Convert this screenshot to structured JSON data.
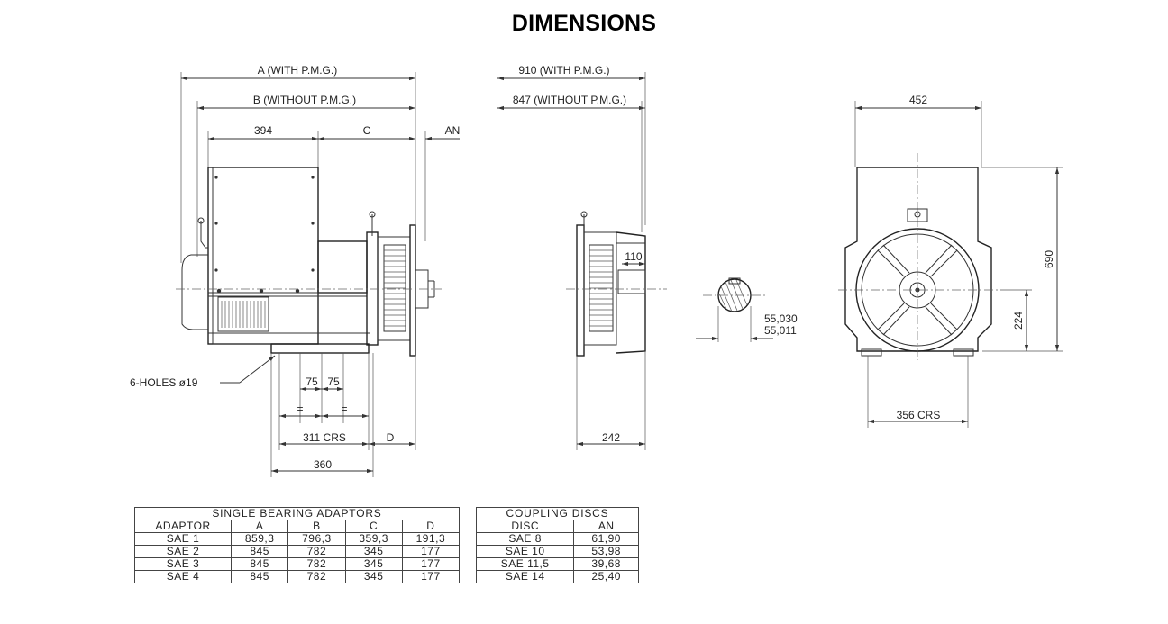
{
  "page": {
    "title": "DIMENSIONS"
  },
  "side_view": {
    "dim_a": "A (WITH P.M.G.)",
    "dim_b": "B (WITHOUT P.M.G.)",
    "dim_394": "394",
    "dim_c": "C",
    "dim_an": "AN",
    "holes": "6-HOLES ø19",
    "dim_75a": "75",
    "dim_75b": "75",
    "eq1": "=",
    "eq2": "=",
    "dim_311": "311 CRS",
    "dim_d": "D",
    "dim_360": "360"
  },
  "end_view": {
    "dim_910": "910 (WITH P.M.G.)",
    "dim_847": "847 (WITHOUT P.M.G.)",
    "dim_110": "110",
    "dim_242": "242"
  },
  "shaft": {
    "dim_max": "55,030",
    "dim_min": "55,011"
  },
  "front_view": {
    "dim_452": "452",
    "dim_690": "690",
    "dim_224": "224",
    "dim_356": "356 CRS"
  },
  "tables": {
    "adaptors": {
      "title": "SINGLE BEARING ADAPTORS",
      "headers": [
        "ADAPTOR",
        "A",
        "B",
        "C",
        "D"
      ],
      "rows": [
        [
          "SAE 1",
          "859,3",
          "796,3",
          "359,3",
          "191,3"
        ],
        [
          "SAE 2",
          "845",
          "782",
          "345",
          "177"
        ],
        [
          "SAE 3",
          "845",
          "782",
          "345",
          "177"
        ],
        [
          "SAE 4",
          "845",
          "782",
          "345",
          "177"
        ]
      ]
    },
    "discs": {
      "title": "COUPLING DISCS",
      "headers": [
        "DISC",
        "AN"
      ],
      "rows": [
        [
          "SAE 8",
          "61,90"
        ],
        [
          "SAE 10",
          "53,98"
        ],
        [
          "SAE 11,5",
          "39,68"
        ],
        [
          "SAE 14",
          "25,40"
        ]
      ]
    }
  }
}
